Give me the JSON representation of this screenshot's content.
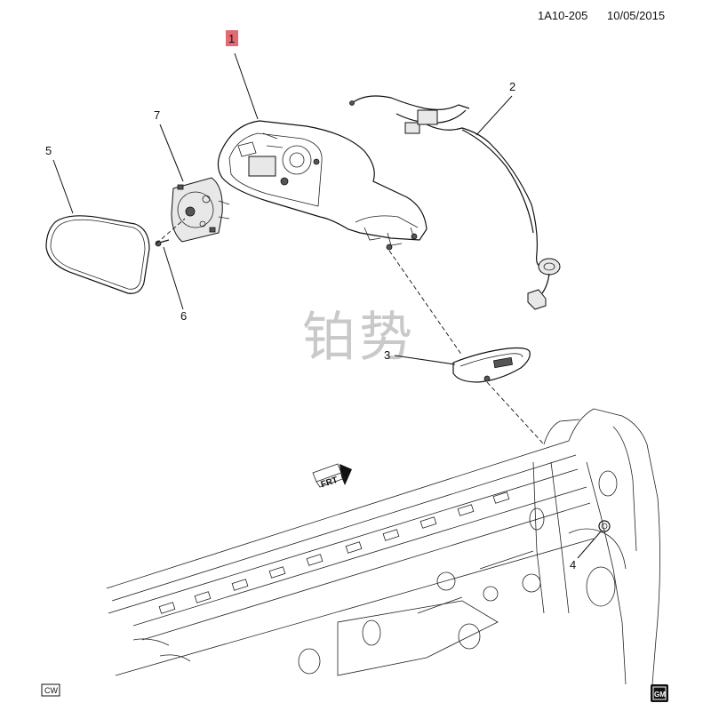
{
  "header": {
    "code": "1A10-205",
    "date": "10/05/2015"
  },
  "callouts": [
    "1",
    "2",
    "3",
    "4",
    "5",
    "6",
    "7"
  ],
  "highlight_color": "#e26a72",
  "watermark": "铂势",
  "direction_tag": "FRT",
  "corner_left_label": "CW",
  "corner_right_label": "GM"
}
